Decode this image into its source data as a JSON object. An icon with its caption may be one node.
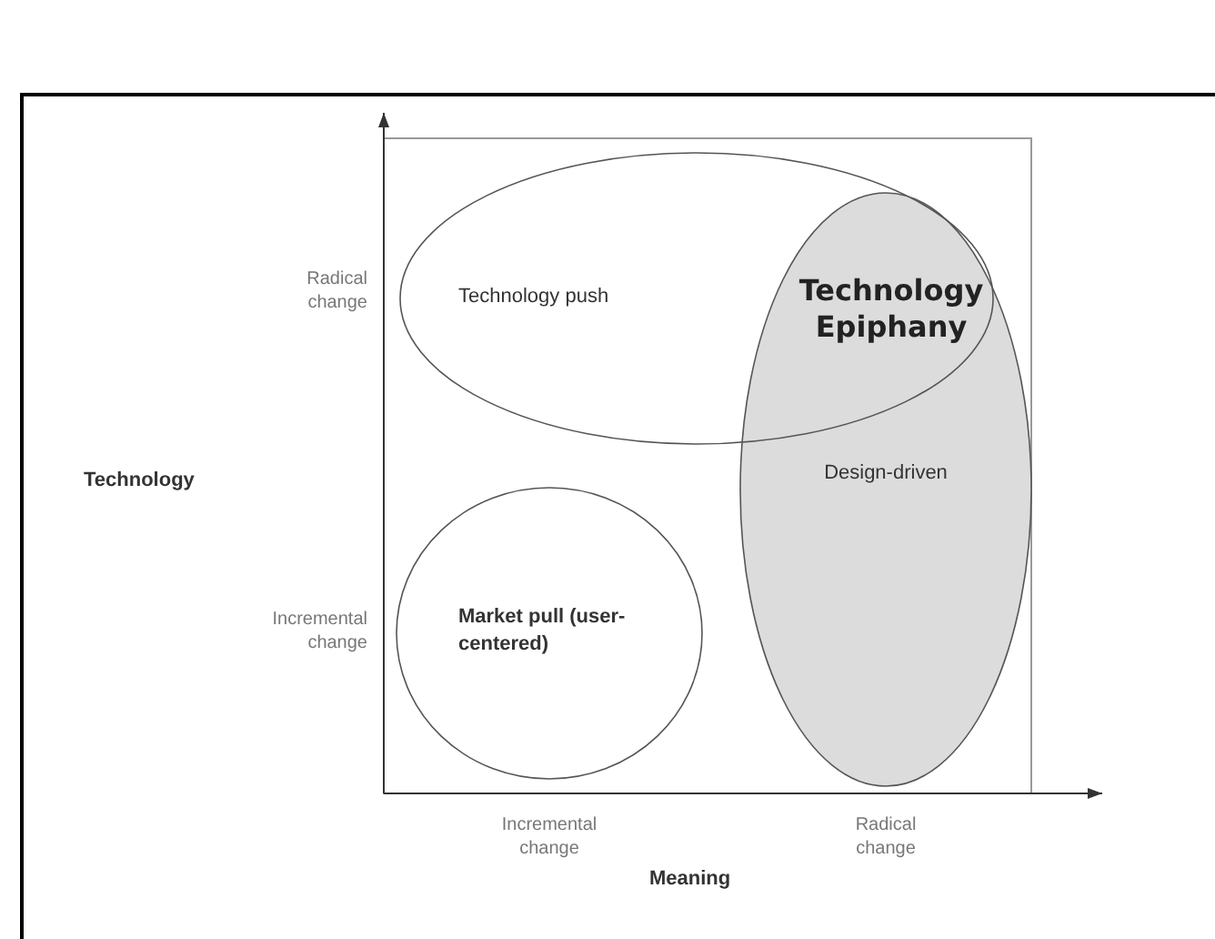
{
  "diagram": {
    "nodes": [
      {
        "text": [
          "Technology push"
        ]
      },
      {
        "text": [
          "Design-driven"
        ]
      },
      {
        "text": [
          "Market pull (user-centered)"
        ]
      }
    ],
    "labels": [
      "Radical change",
      "Technology Epiphany",
      "Technology",
      "Incremental change",
      "Incremental change",
      "Radical change",
      "Meaning"
    ]
  }
}
